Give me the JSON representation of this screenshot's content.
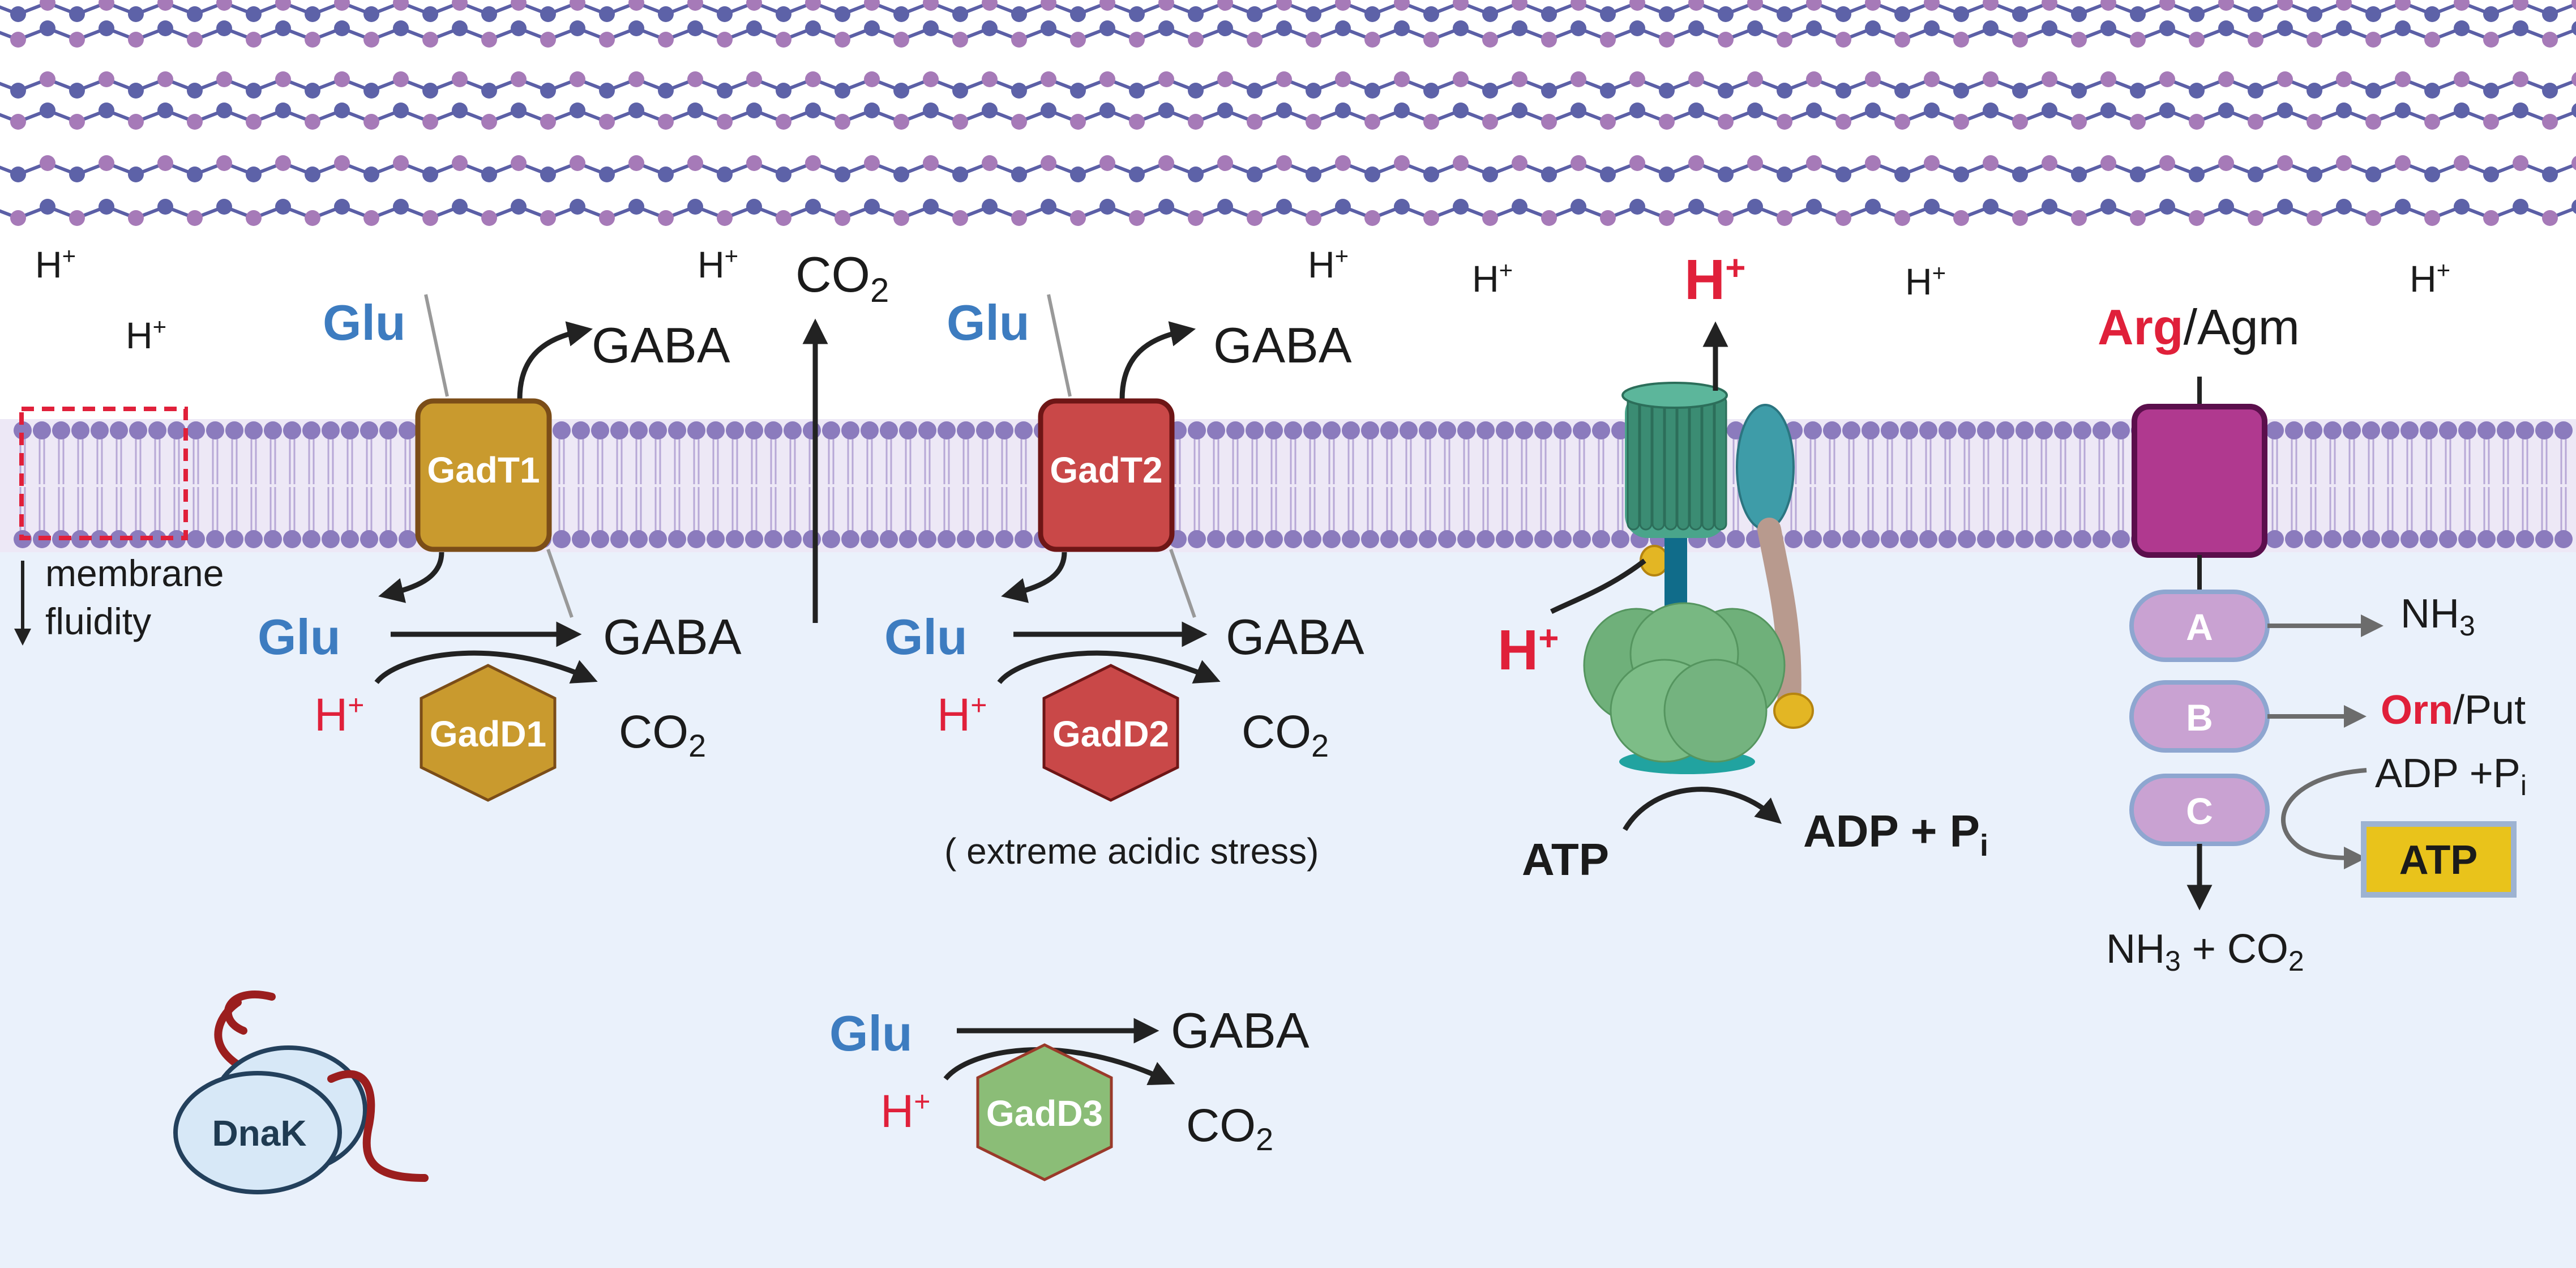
{
  "labels": {
    "h_plus": "H",
    "plus": "+",
    "co2_main": "CO",
    "sub_2": "2",
    "sub_3": "3",
    "sub_i": "i",
    "glu": "Glu",
    "gaba": "GABA",
    "membrane": "membrane",
    "fluidity": "fluidity",
    "gadt1": "GadT1",
    "gadt2": "GadT2",
    "gadd1": "GadD1",
    "gadd2": "GadD2",
    "gadd3": "GadD3",
    "extreme": "( extreme acidic stress)",
    "dnak": "DnaK",
    "atp": "ATP",
    "adp_pi": "ADP + P",
    "arg": "Arg",
    "agm": "/Agm",
    "nh3": "NH",
    "orn": "Orn",
    "put": "/Put",
    "adp_pi2": "ADP +P",
    "atp_box": "ATP",
    "nh3_co2_a": "NH",
    "nh3_co2_b": " + CO",
    "enz_a": "A",
    "enz_b": "B",
    "enz_c": "C"
  },
  "colors": {
    "membrane_head": "#8b7bbd",
    "membrane_band": "#e9e3f3",
    "cytoplasm": "#eaf1fb",
    "gadt1": "#c99a2e",
    "gadt2": "#c94848",
    "gadd3": "#8bbd77",
    "arg_transporter": "#b0398f",
    "enzyme": "#c9a2d2",
    "atp_box": "#e9c31b",
    "h_red": "#e0203a",
    "glu_blue": "#3d7cc0"
  }
}
